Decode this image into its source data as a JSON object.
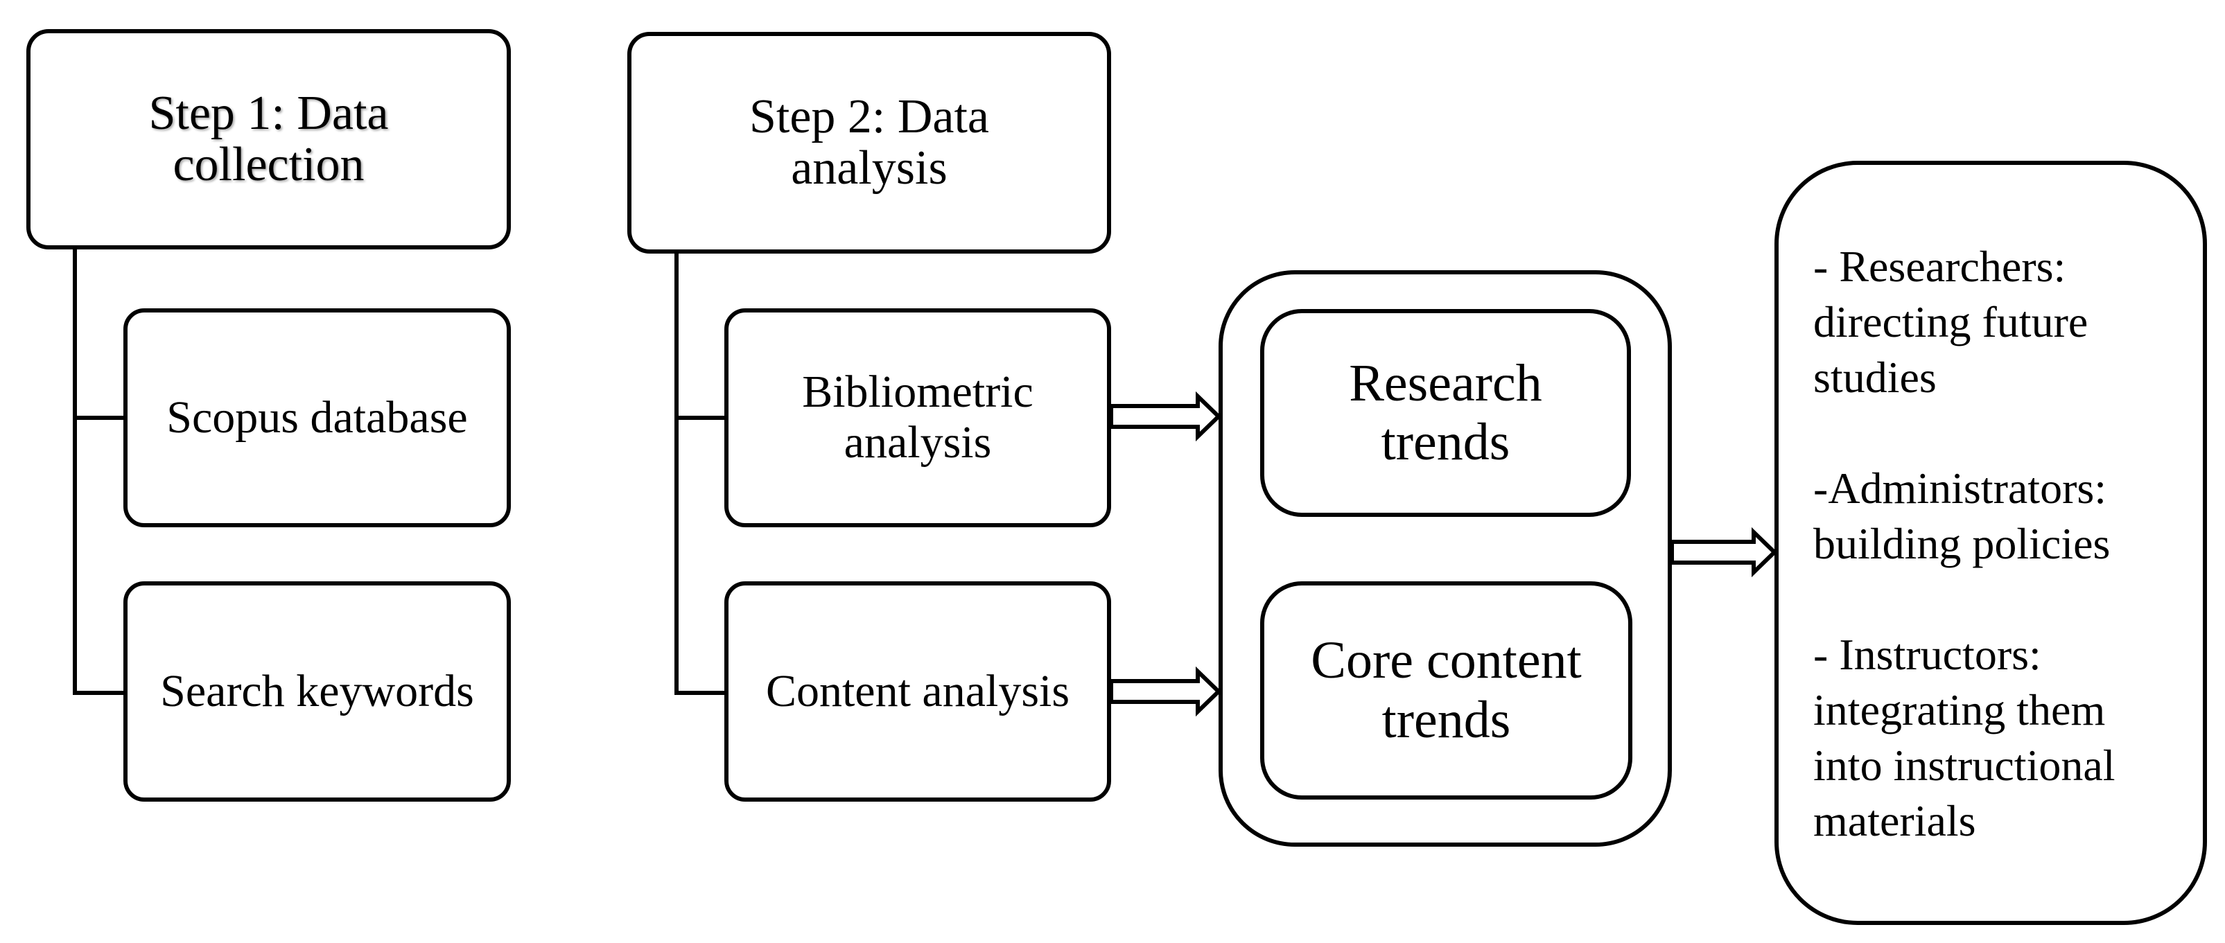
{
  "step1": {
    "title_lines": [
      "Step 1: Data",
      "collection"
    ],
    "items": [
      "Scopus database",
      "Search keywords"
    ]
  },
  "step2": {
    "title_lines": [
      "Step 2: Data",
      "analysis"
    ],
    "items": [
      {
        "lines": [
          "Bibliometric",
          "analysis"
        ]
      },
      {
        "lines": [
          "Content analysis"
        ]
      }
    ]
  },
  "results": {
    "items": [
      {
        "lines": [
          "Research",
          "trends"
        ]
      },
      {
        "lines": [
          "Core content",
          "trends"
        ]
      }
    ]
  },
  "implications": [
    {
      "lines": [
        "- Researchers:",
        "directing future",
        "studies"
      ]
    },
    {
      "lines": [
        "-Administrators:",
        "building policies"
      ]
    },
    {
      "lines": [
        "- Instructors:",
        "integrating them",
        "into instructional",
        "materials"
      ]
    }
  ]
}
